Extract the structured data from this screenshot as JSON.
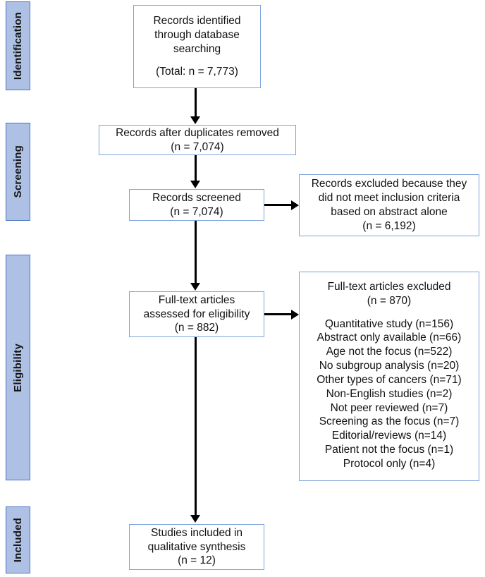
{
  "diagram": {
    "type": "prisma-flow-diagram",
    "colors": {
      "stage_bar_fill": "#aec1e4",
      "stage_bar_border": "#4a72c3",
      "box_border": "#7ea3dd",
      "box_fill": "#ffffff",
      "connector": "#000000",
      "text": "#111111"
    }
  },
  "stages": [
    {
      "label": "Identification"
    },
    {
      "label": "Screening"
    },
    {
      "label": "Eligibility"
    },
    {
      "label": "Included"
    }
  ],
  "boxes": {
    "identified": {
      "lines": [
        "Records identified",
        "through database",
        "searching"
      ],
      "count_line": "(Total: n = 7,773)"
    },
    "duplicates_removed": {
      "lines": [
        "Records after duplicates removed",
        "(n =  7,074)"
      ]
    },
    "screened": {
      "lines": [
        "Records screened",
        "(n =  7,074)"
      ]
    },
    "records_excluded": {
      "lines": [
        "Records excluded because they",
        "did not meet inclusion criteria",
        "based on abstract alone",
        "(n =  6,192)"
      ]
    },
    "fulltext_assessed": {
      "lines": [
        "Full-text articles",
        "assessed for eligibility",
        "(n =  882)"
      ]
    },
    "fulltext_excluded": {
      "header": "Full-text articles excluded",
      "header_count": "(n =  870)",
      "reasons": [
        "Quantitative study (n=156)",
        "Abstract only available (n=66)",
        "Age not the focus (n=522)",
        "No subgroup analysis (n=20)",
        "Other types of cancers (n=71)",
        "Non-English studies (n=2)",
        "Not peer reviewed (n=7)",
        "Screening as the focus (n=7)",
        "Editorial/reviews (n=14)",
        "Patient not the focus (n=1)",
        "Protocol only (n=4)"
      ]
    },
    "included": {
      "lines": [
        "Studies included in",
        "qualitative synthesis",
        "(n =  12)"
      ]
    }
  }
}
